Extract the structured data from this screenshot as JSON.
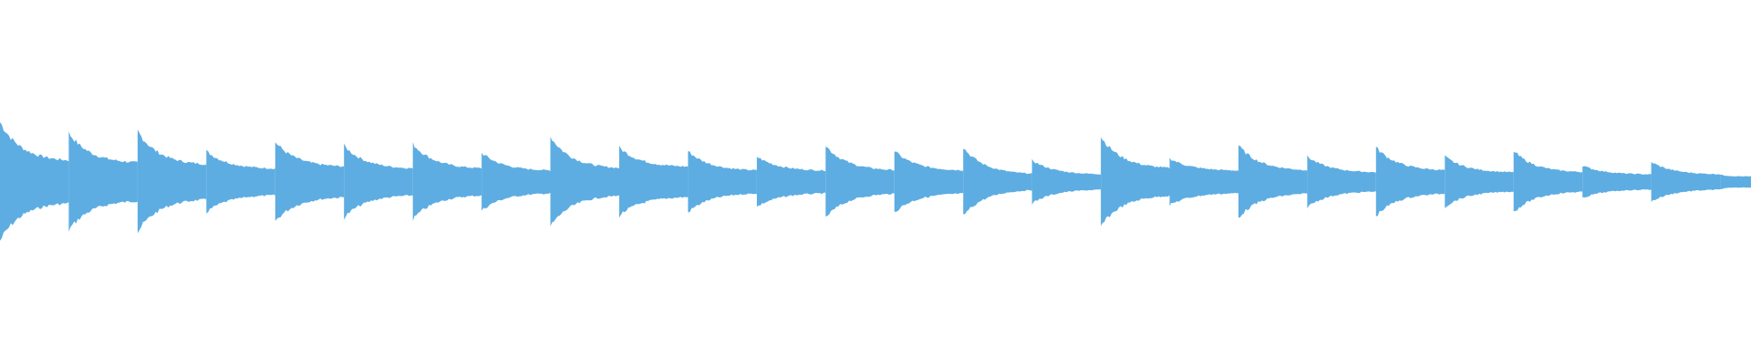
{
  "waveform": {
    "color": "#5dade2",
    "background": "#ffffff",
    "segments": [
      {
        "peak": 0.33,
        "floor": 0.11
      },
      {
        "peak": 0.27,
        "floor": 0.1
      },
      {
        "peak": 0.28,
        "floor": 0.09
      },
      {
        "peak": 0.17,
        "floor": 0.07
      },
      {
        "peak": 0.22,
        "floor": 0.08
      },
      {
        "peak": 0.2,
        "floor": 0.07
      },
      {
        "peak": 0.21,
        "floor": 0.07
      },
      {
        "peak": 0.16,
        "floor": 0.06
      },
      {
        "peak": 0.25,
        "floor": 0.07
      },
      {
        "peak": 0.19,
        "floor": 0.08
      },
      {
        "peak": 0.17,
        "floor": 0.06
      },
      {
        "peak": 0.14,
        "floor": 0.06
      },
      {
        "peak": 0.2,
        "floor": 0.06
      },
      {
        "peak": 0.17,
        "floor": 0.06
      },
      {
        "peak": 0.19,
        "floor": 0.04
      },
      {
        "peak": 0.12,
        "floor": 0.04
      },
      {
        "peak": 0.25,
        "floor": 0.07
      },
      {
        "peak": 0.13,
        "floor": 0.06
      },
      {
        "peak": 0.2,
        "floor": 0.06
      },
      {
        "peak": 0.14,
        "floor": 0.05
      },
      {
        "peak": 0.19,
        "floor": 0.06
      },
      {
        "peak": 0.14,
        "floor": 0.05
      },
      {
        "peak": 0.17,
        "floor": 0.05
      },
      {
        "peak": 0.09,
        "floor": 0.04
      },
      {
        "peak": 0.11,
        "floor": 0.04
      },
      {
        "peak": 0.04,
        "floor": 0.03
      }
    ]
  }
}
